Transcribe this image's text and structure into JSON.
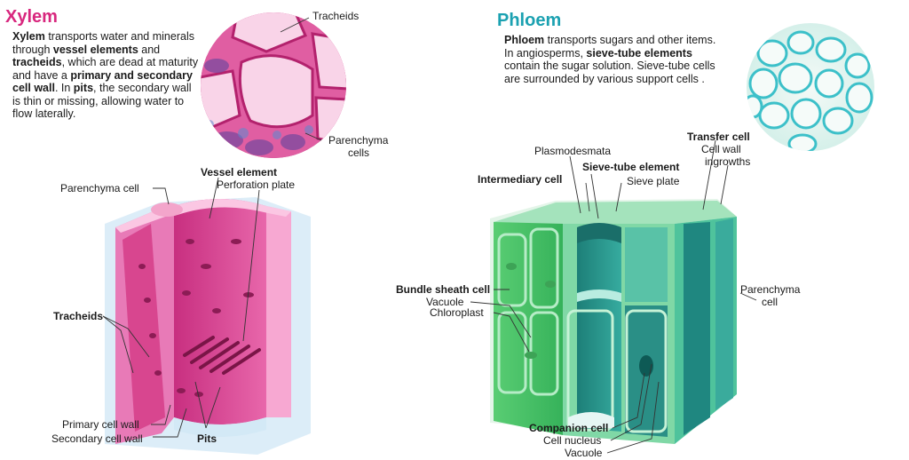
{
  "colors": {
    "xylem_title": "#d8277e",
    "phloem_title": "#1ba1b1",
    "xylem_face": "#e25ea7",
    "xylem_wall": "#f7a8d2",
    "phloem_face": "#3fc464",
    "phloem_teal": "#2a9f94",
    "water": "#d3e9f6"
  },
  "xylem": {
    "title": "Xylem",
    "description": [
      {
        "t": "Xylem",
        "b": true
      },
      {
        "t": " transports water and minerals through "
      },
      {
        "t": "vessel elements",
        "b": true
      },
      {
        "t": " and "
      },
      {
        "t": "tracheids",
        "b": true
      },
      {
        "t": ", which are dead at maturity and have a "
      },
      {
        "t": "primary and secondary cell wall",
        "b": true
      },
      {
        "t": ". In "
      },
      {
        "t": "pits",
        "b": true
      },
      {
        "t": ", the secondary wall is thin or missing, allowing water to flow laterally."
      }
    ],
    "labels": {
      "tracheids_top": "Tracheids",
      "parenchyma_cells_1": "Parenchyma",
      "parenchyma_cells_2": "cells",
      "vessel_element": "Vessel element",
      "perforation_plate": "Perforation plate",
      "parenchyma_cell": "Parenchyma cell",
      "tracheids": "Tracheids",
      "primary_cell_wall": "Primary cell wall",
      "secondary_cell_wall": "Secondary cell wall",
      "pits": "Pits"
    }
  },
  "phloem": {
    "title": "Phloem",
    "description": [
      {
        "t": "Phloem",
        "b": true
      },
      {
        "t": " transports sugars and other items. In angiosperms, "
      },
      {
        "t": "sieve-tube elements",
        "b": true
      },
      {
        "t": " contain the sugar solution. Sieve-tube cells are surrounded by various support cells ."
      }
    ],
    "labels": {
      "transfer_cell": "Transfer cell",
      "cell_wall_ingrowths_1": "Cell wall",
      "cell_wall_ingrowths_2": "ingrowths",
      "plasmodesmata": "Plasmodesmata",
      "sieve_tube_element": "Sieve-tube element",
      "intermediary_cell": "Intermediary cell",
      "sieve_plate": "Sieve plate",
      "bundle_sheath_cell": "Bundle sheath cell",
      "vacuole_top": "Vacuole",
      "chloroplast": "Chloroplast",
      "parenchyma_cell_1": "Parenchyma",
      "parenchyma_cell_2": "cell",
      "companion_cell": "Companion cell",
      "cell_nucleus": "Cell nucleus",
      "vacuole_bottom": "Vacuole"
    }
  }
}
